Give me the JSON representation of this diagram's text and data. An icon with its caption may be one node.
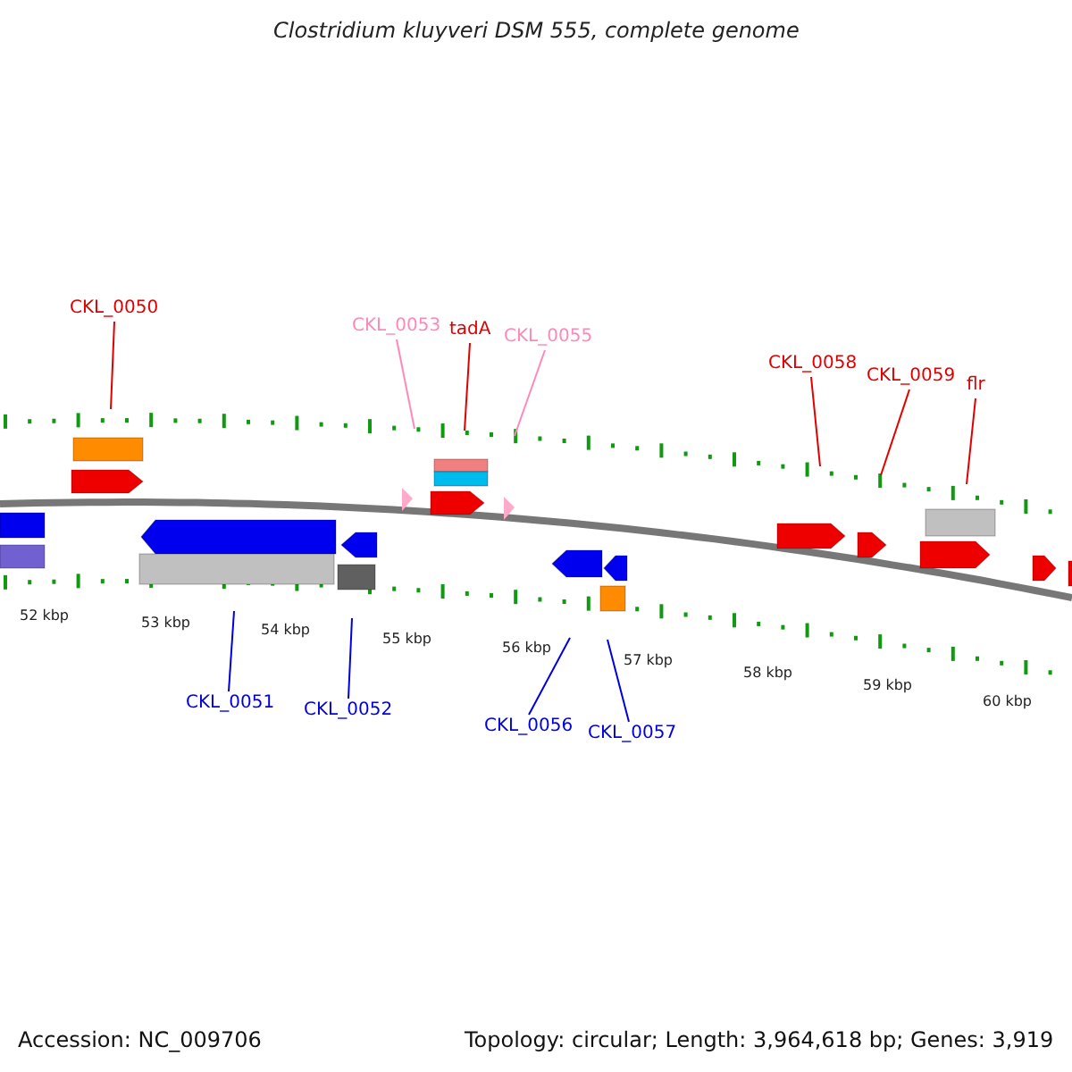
{
  "diagram": {
    "title": "Clostridium kluyveri DSM 555, complete genome",
    "nodes": [
      {
        "text": [
          "CKL_0050"
        ]
      },
      {
        "text": [
          "CKL_0053"
        ]
      },
      {
        "text": [
          "tadA"
        ]
      },
      {
        "text": [
          "CKL_0055"
        ]
      },
      {
        "text": [
          "CKL_0058"
        ]
      },
      {
        "text": [
          "CKL_0059"
        ]
      },
      {
        "text": [
          "flr"
        ]
      },
      {
        "text": [
          "CKL_0051"
        ]
      },
      {
        "text": [
          "CKL_0052"
        ]
      },
      {
        "text": [
          "CKL_0056"
        ]
      },
      {
        "text": [
          "CKL_0057"
        ]
      }
    ],
    "edges": [
      {
        "from": 0,
        "to": null,
        "arrow": "none"
      },
      {
        "from": 1,
        "to": null,
        "arrow": "none",
        "color": "#ff88bb"
      },
      {
        "from": 2,
        "to": null,
        "arrow": "none"
      },
      {
        "from": 3,
        "to": null,
        "arrow": "none",
        "color": "#ff88bb"
      },
      {
        "from": 4,
        "to": null,
        "arrow": "none"
      },
      {
        "from": 5,
        "to": null,
        "arrow": "none"
      },
      {
        "from": 6,
        "to": null,
        "arrow": "none"
      },
      {
        "from": 7,
        "to": null,
        "arrow": "none",
        "color": "#0000dd"
      },
      {
        "from": 8,
        "to": null,
        "arrow": "none",
        "color": "#0000dd"
      },
      {
        "from": 9,
        "to": null,
        "arrow": "none",
        "color": "#0000dd"
      },
      {
        "from": 10,
        "to": null,
        "arrow": "none",
        "color": "#0000dd"
      }
    ],
    "labels": [
      "52 kbp",
      "53 kbp",
      "54 kbp",
      "55 kbp",
      "56 kbp",
      "57 kbp",
      "58 kbp",
      "59 kbp",
      "60 kbp",
      "Accession: NC_009706",
      "Topology: circular; Length: 3,964,618 bp; Genes: 3,919"
    ]
  }
}
